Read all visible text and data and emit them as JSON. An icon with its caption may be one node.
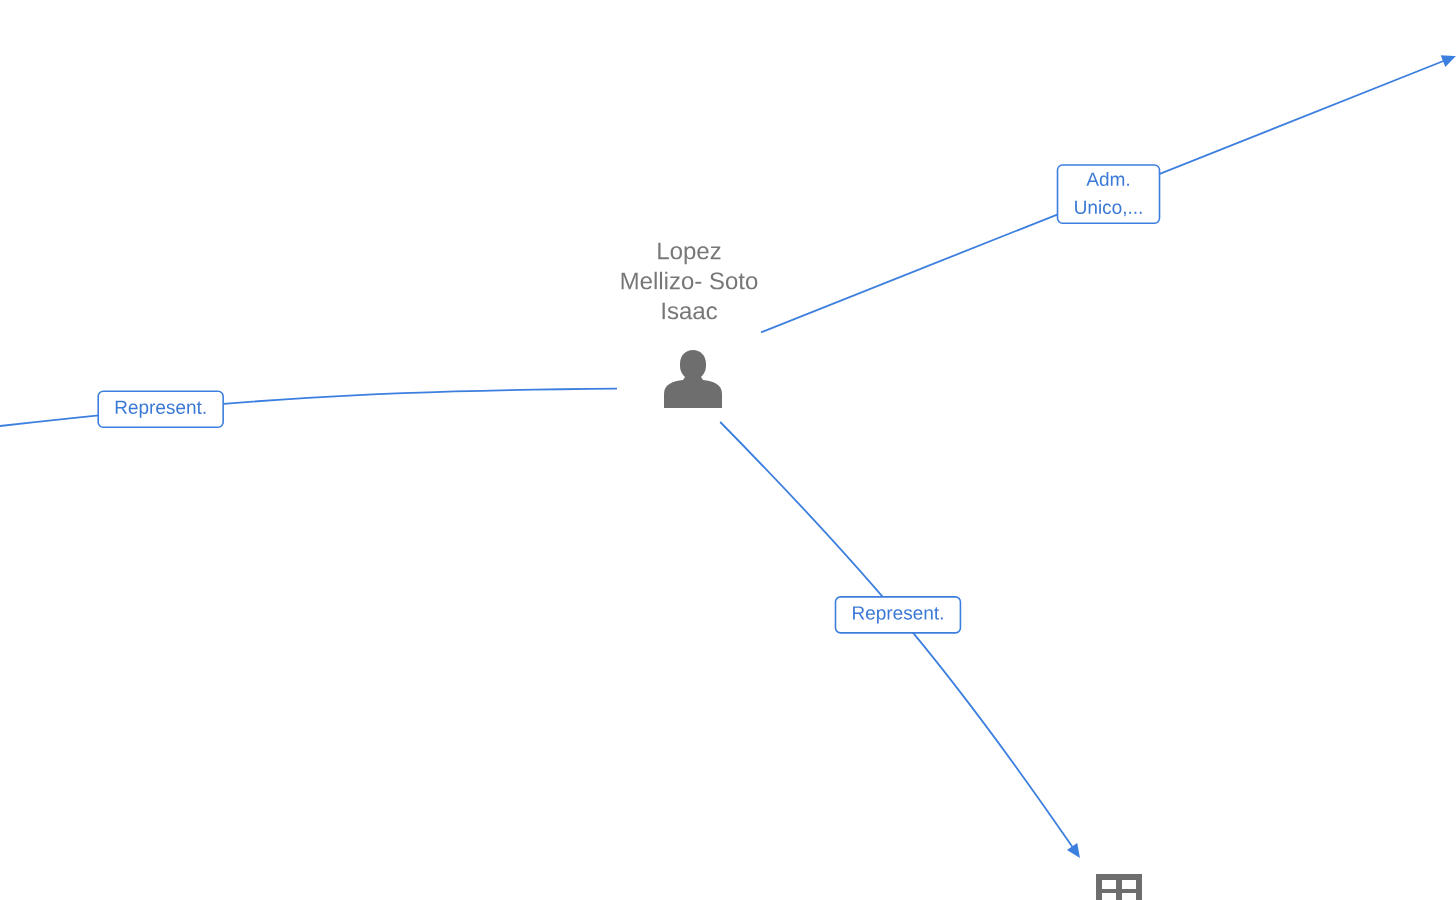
{
  "diagram": {
    "nodes": [
      {
        "text": [
          "Lopez Mellizo- Soto Isaac"
        ]
      },
      {
        "text": [],
        "shape": "building"
      }
    ],
    "edges": [
      {
        "from": 0,
        "to": null,
        "arrow": "to",
        "label": "Adm. Unico,..."
      },
      {
        "from": 0,
        "to": null,
        "arrow": "none",
        "label": "Represent."
      },
      {
        "from": 0,
        "to": 1,
        "arrow": "to",
        "label": "Represent."
      }
    ]
  }
}
